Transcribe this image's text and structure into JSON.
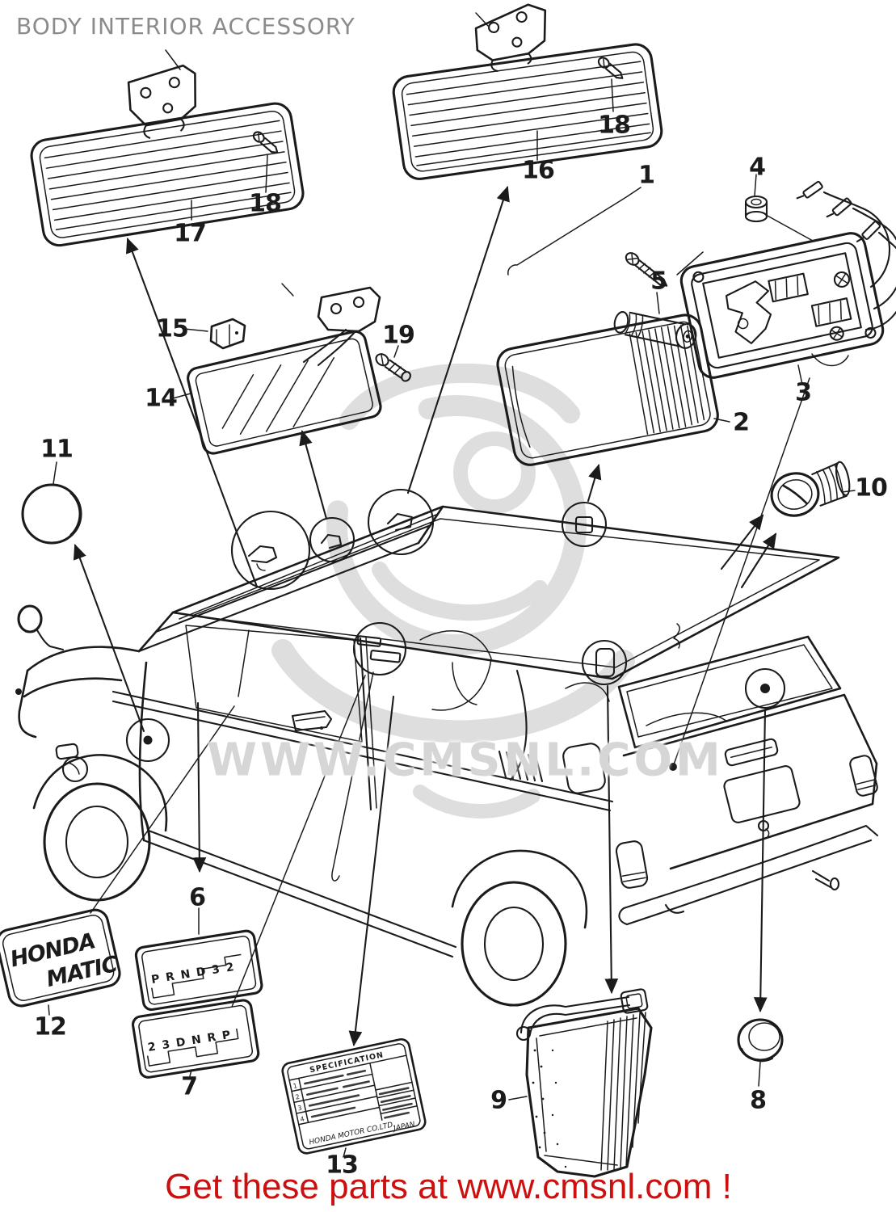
{
  "title": "BODY INTERIOR ACCESSORY",
  "watermark": {
    "text": "WWW.CMSNL.COM"
  },
  "footer": {
    "text": "Get these parts at www.cmsnl.com !"
  },
  "colors": {
    "line": "#1b1b1b",
    "title-gray": "#8b8b8b",
    "footer-red": "#cc1010",
    "watermark-gray": "#d6d6d6",
    "paper": "#ffffff"
  },
  "emblem_12": {
    "line1": "HONDA",
    "line2": "MATIC"
  },
  "plate_6": {
    "text": "P R N D 3 2"
  },
  "plate_7": {
    "text": "2 3 D N R P"
  },
  "spec_label_13": {
    "title": "SPECIFICATION",
    "row_numbers": [
      "1",
      "2",
      "3",
      "4"
    ],
    "maker": "HONDA MOTOR CO.LTD.",
    "country": "JAPAN"
  },
  "part_labels": [
    {
      "text": "17"
    },
    {
      "text": "18"
    },
    {
      "text": "16"
    },
    {
      "text": "18"
    },
    {
      "text": "1"
    },
    {
      "text": "4"
    },
    {
      "text": "5"
    },
    {
      "text": "2"
    },
    {
      "text": "3"
    },
    {
      "text": "15"
    },
    {
      "text": "14"
    },
    {
      "text": "19"
    },
    {
      "text": "11"
    },
    {
      "text": "10"
    },
    {
      "text": "6"
    },
    {
      "text": "7"
    },
    {
      "text": "12"
    },
    {
      "text": "13"
    },
    {
      "text": "9"
    },
    {
      "text": "8"
    }
  ]
}
